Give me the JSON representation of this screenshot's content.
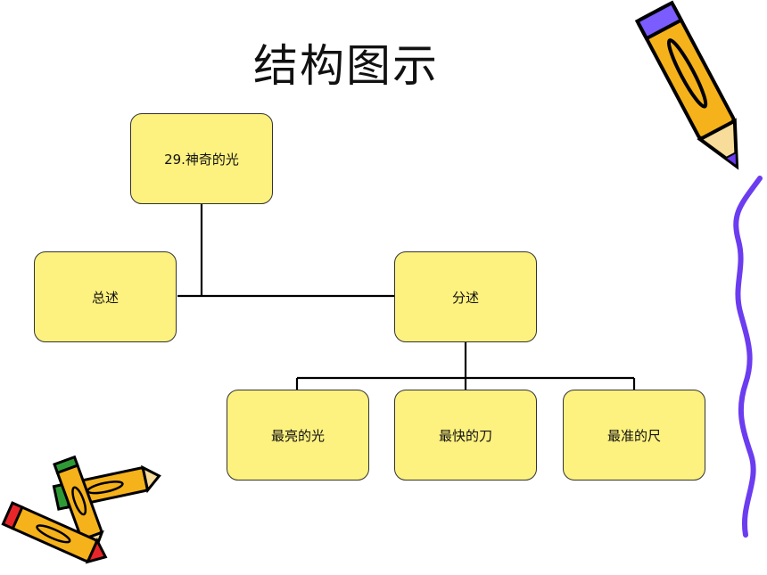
{
  "title": "结构图示",
  "nodes": {
    "root": "29.神奇的光",
    "summary": "总述",
    "details": "分述",
    "child1": "最亮的光",
    "child2": "最快的刀",
    "child3": "最准的尺"
  },
  "decoration": {
    "top_right_icon": "pencil-icon",
    "bottom_left_icon": "crayons-icon",
    "accent_colors": {
      "node_fill": "#fdf17f",
      "pencil_body": "#f5b21a",
      "wave_line": "#6b3cf0",
      "crayon_red": "#e8262a",
      "crayon_green": "#2f9a35"
    }
  }
}
